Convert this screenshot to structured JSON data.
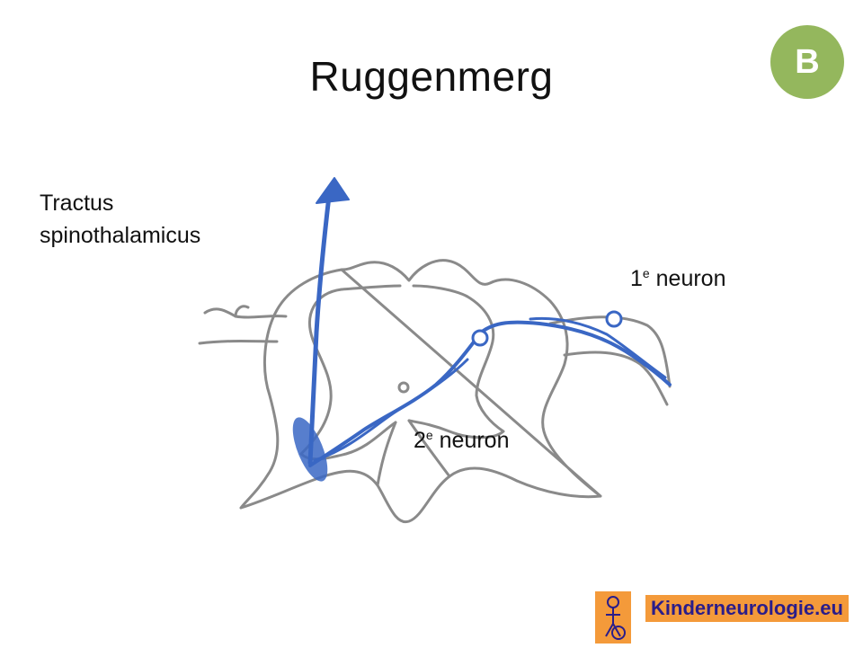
{
  "slide": {
    "title": "Ruggenmerg",
    "badge_letter": "B",
    "badge_color": "#94b75d"
  },
  "labels": {
    "tract_line1": "Tractus",
    "tract_line2": "spinothalamicus",
    "neuron1_num": "1",
    "neuron1_sup": "e",
    "neuron1_word": " neuron",
    "neuron2_num": "2",
    "neuron2_sup": "e",
    "neuron2_word": " neuron"
  },
  "logo": {
    "text": "Kinderneurologie.eu",
    "bg_color": "#f49a3a",
    "text_color": "#2a1d8a"
  },
  "colors": {
    "pathway_blue": "#3a67c4",
    "outline_grey": "#8a8a8a"
  }
}
